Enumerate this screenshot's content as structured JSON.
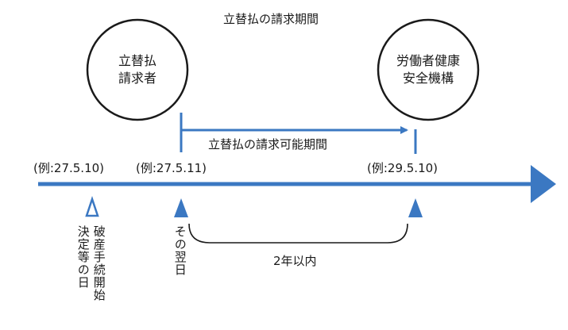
{
  "title": "立替払の請求期間",
  "claimant_lines": [
    "立替払",
    "請求者"
  ],
  "agency_lines": [
    "労働者健康",
    "安全機構"
  ],
  "claim_period_label": "立替払の請求可能期間",
  "date_examples": [
    "(例:27.5.10)",
    "(例:27.5.11)",
    "(例:29.5.10)"
  ],
  "bankruptcy_label_col1": "破産手続開始",
  "bankruptcy_label_col2": "決定等の日",
  "next_day_label": "その翌日",
  "two_years_label": "2年以内",
  "colors": {
    "accent": "#3b78c2",
    "stroke": "#1a1a1a"
  }
}
